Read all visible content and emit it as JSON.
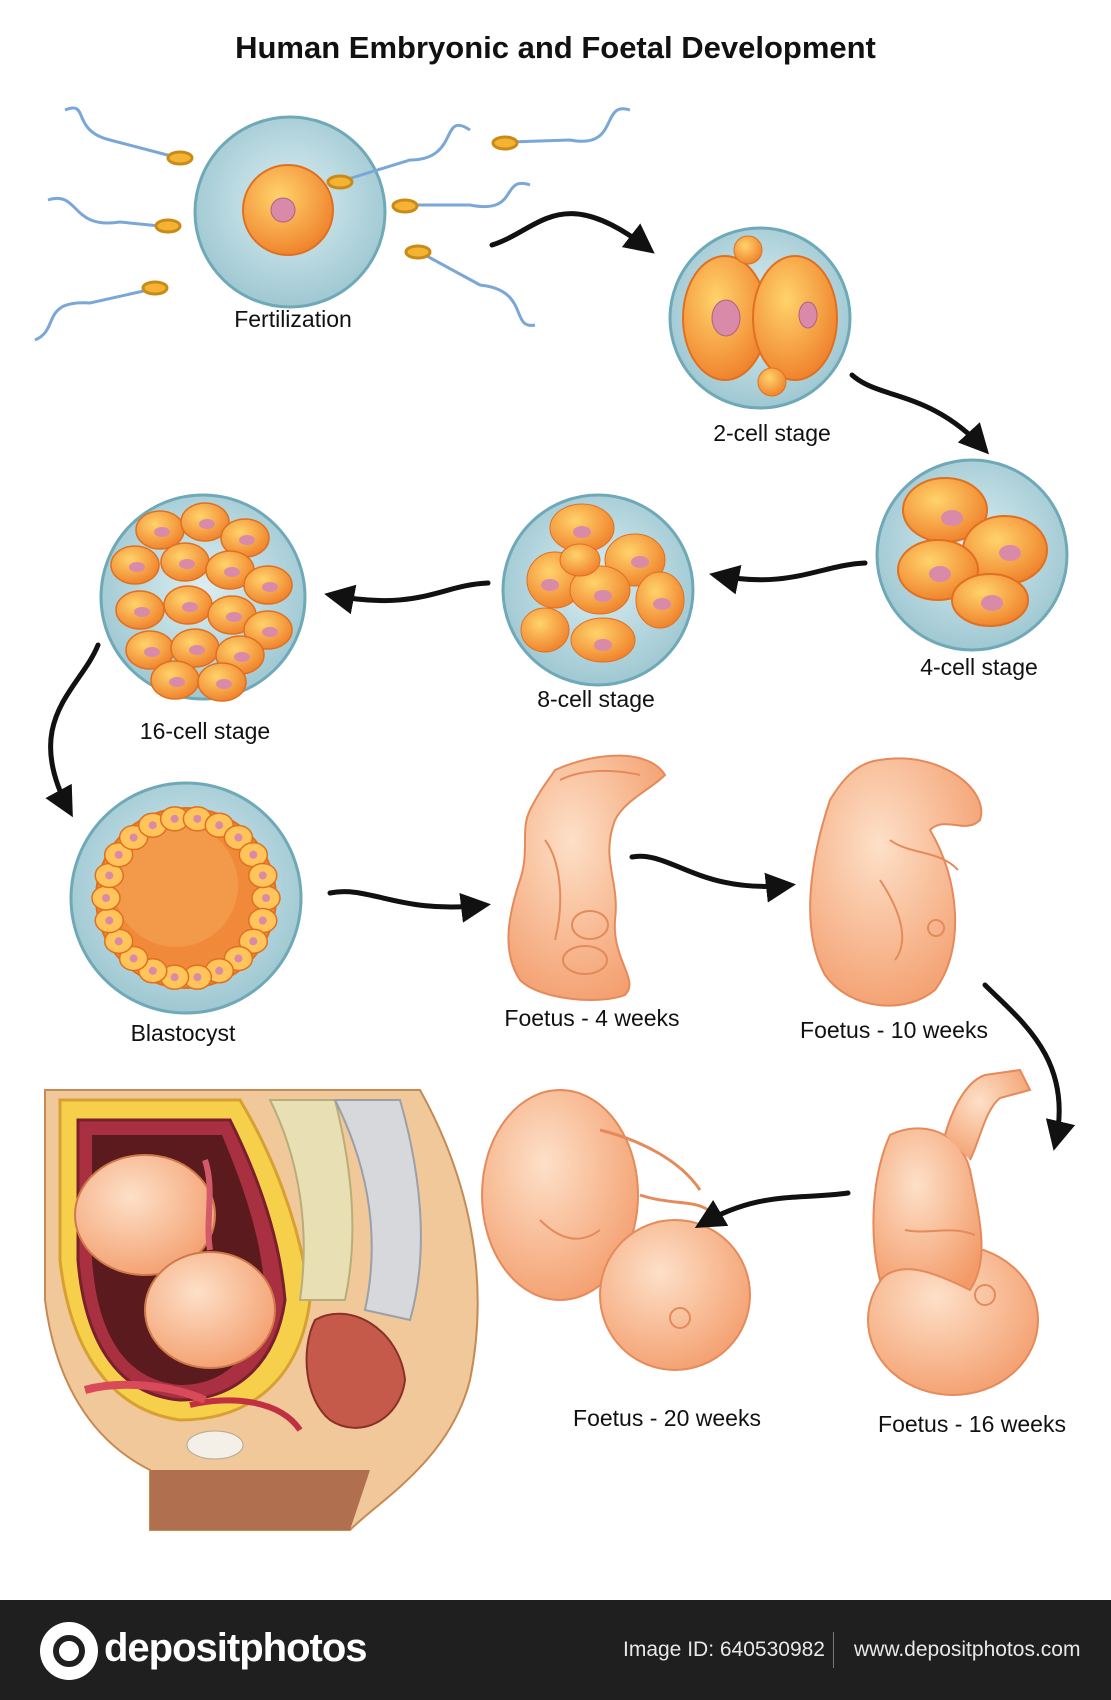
{
  "title": "Human Embryonic and Foetal Development",
  "stages": [
    {
      "id": "fertilization",
      "label": "Fertilization"
    },
    {
      "id": "two-cell",
      "label": "2-cell stage"
    },
    {
      "id": "four-cell",
      "label": "4-cell stage"
    },
    {
      "id": "eight-cell",
      "label": "8-cell stage"
    },
    {
      "id": "sixteen-cell",
      "label": "16-cell stage"
    },
    {
      "id": "blastocyst",
      "label": "Blastocyst"
    },
    {
      "id": "foetus-4",
      "label": "Foetus - 4 weeks"
    },
    {
      "id": "foetus-10",
      "label": "Foetus - 10 weeks"
    },
    {
      "id": "foetus-16",
      "label": "Foetus - 16 weeks"
    },
    {
      "id": "foetus-20",
      "label": "Foetus - 20 weeks"
    }
  ],
  "footer": {
    "brand": "depositphotos",
    "image_id": "Image ID: 640530982",
    "url": "www.depositphotos.com"
  },
  "colors": {
    "membrane": "#bcd9e0",
    "cell": "#f39a3a",
    "nucleus": "#d98aa8",
    "skin": "#f7b48c",
    "arrow": "#111111"
  }
}
